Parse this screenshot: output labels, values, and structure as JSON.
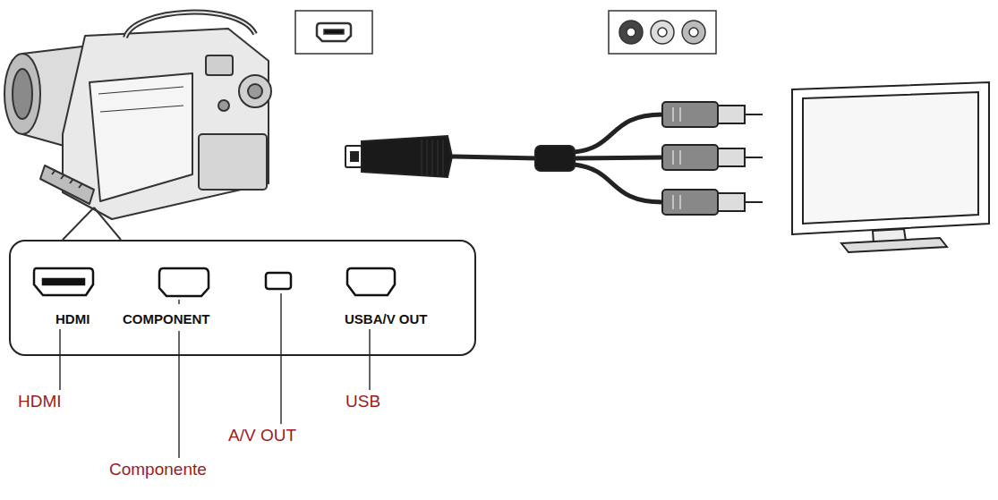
{
  "diagram": {
    "nodes": [
      {
        "text": [
          "HDMI",
          "COMPONENT",
          "USBA/V OUT"
        ]
      }
    ],
    "labels": [
      "HDMI",
      "Componente",
      "A/V OUT",
      "USB"
    ]
  }
}
